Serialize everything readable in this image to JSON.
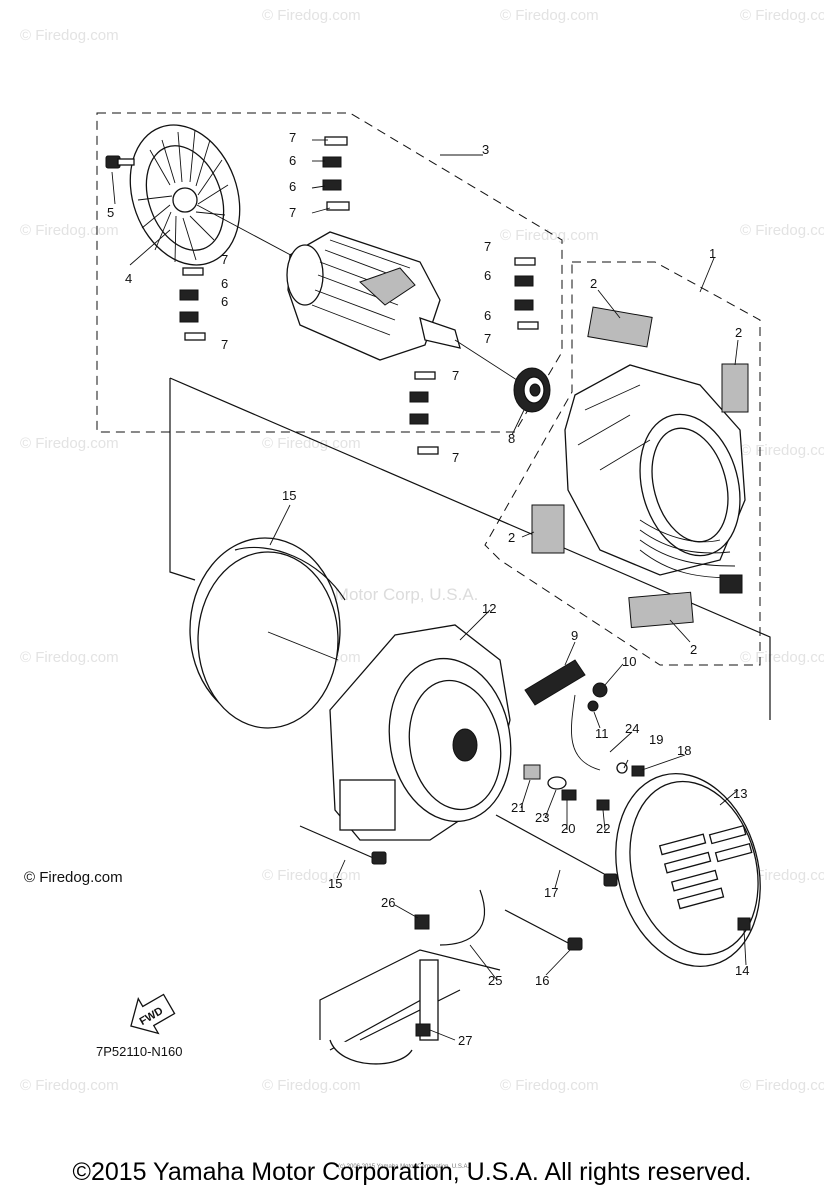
{
  "watermarks": {
    "brand": "© Firedog.com",
    "center": "Yamaha Motor Corp, U.S.A.",
    "bottom_left": "© Firedog.com"
  },
  "diagram": {
    "part_code": "7P52110-N160",
    "fwd_label": "FWD",
    "callouts": [
      "1",
      "2",
      "2",
      "2",
      "2",
      "3",
      "4",
      "5",
      "6",
      "6",
      "6",
      "6",
      "6",
      "6",
      "7",
      "7",
      "7",
      "7",
      "7",
      "7",
      "7",
      "7",
      "8",
      "9",
      "10",
      "11",
      "12",
      "13",
      "14",
      "15",
      "15",
      "16",
      "17",
      "18",
      "19",
      "20",
      "21",
      "22",
      "23",
      "24",
      "25",
      "26",
      "27"
    ],
    "tiny_credit": "(c) 2006 2015 Yamaha Motor Corporation, U.S.A."
  },
  "footer": {
    "copyright": "©2015 Yamaha Motor Corporation, U.S.A. All rights reserved."
  }
}
